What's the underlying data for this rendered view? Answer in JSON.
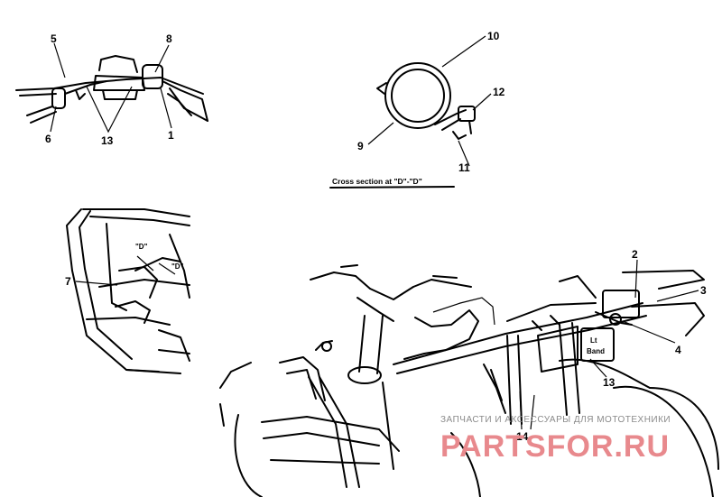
{
  "callouts": {
    "c1": "1",
    "c2": "2",
    "c3": "3",
    "c4": "4",
    "c5": "5",
    "c6": "6",
    "c7": "7",
    "c8": "8",
    "c9": "9",
    "c10": "10",
    "c11": "11",
    "c12": "12",
    "c13a": "13",
    "c13b": "13",
    "c14": "14"
  },
  "section_caption": "Cross section at \"D\"-\"D\"",
  "section_marks": {
    "d1": "\"D\"",
    "d2": "\"D\""
  },
  "band_label": {
    "line1": "Lt",
    "line2": "Band"
  },
  "watermark": {
    "tagline": "ЗАПЧАСТИ И АКСЕССУАРЫ ДЛЯ МОТОТЕХНИКИ",
    "brand": "PARTSFOR.RU"
  }
}
